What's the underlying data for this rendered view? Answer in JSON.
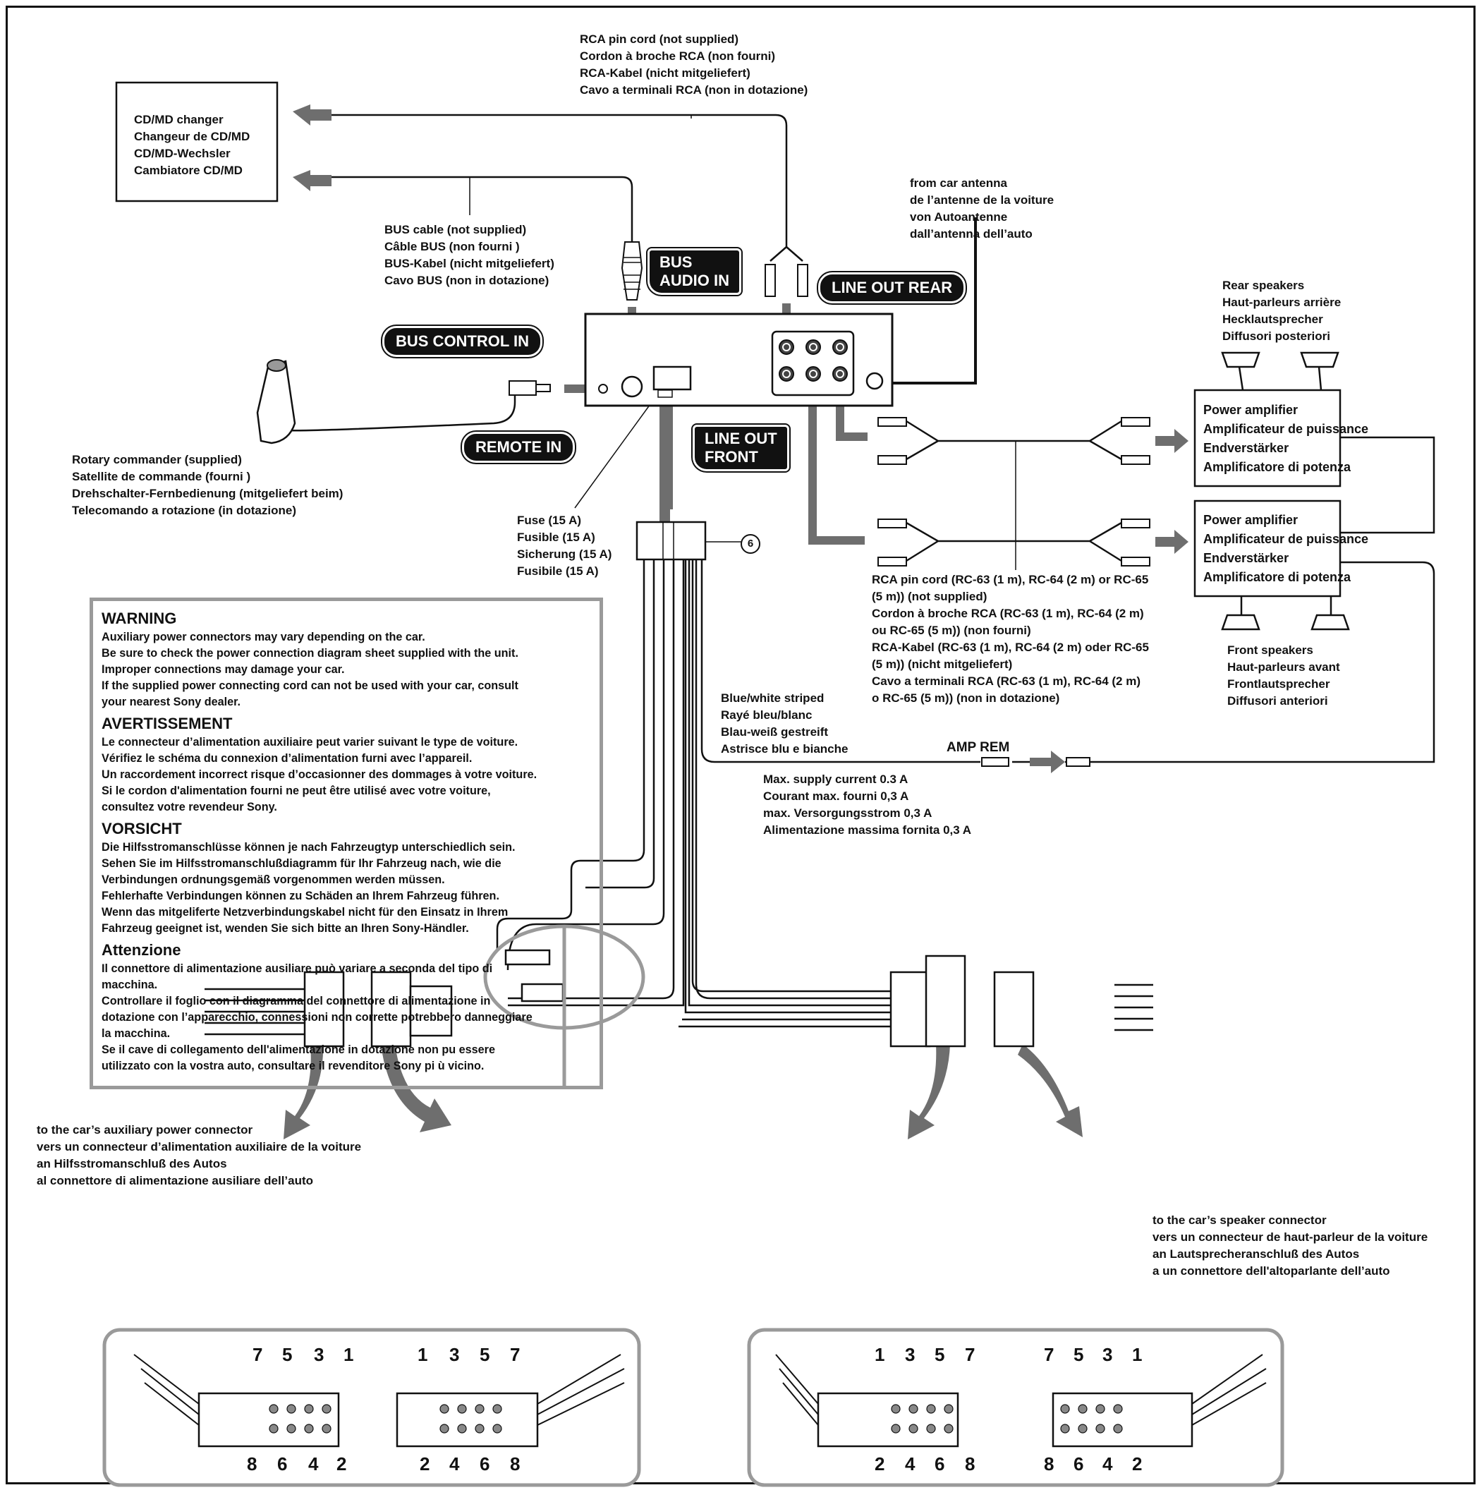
{
  "rca_cord_top": [
    "RCA pin cord (not supplied)",
    "Cordon à broche RCA (non fourni)",
    "RCA-Kabel (nicht mitgeliefert)",
    "Cavo a terminali RCA (non in dotazione)"
  ],
  "changer": [
    "CD/MD changer",
    "Changeur de CD/MD",
    "CD/MD-Wechsler",
    "Cambiatore CD/MD"
  ],
  "bus_cable": [
    "BUS cable (not supplied)",
    "Câble BUS (non fourni )",
    "BUS-Kabel (nicht mitgeliefert)",
    "Cavo BUS (non in dotazione)"
  ],
  "antenna": [
    "from car antenna",
    "de l’antenne de la voiture",
    "von Autoantenne",
    "dall’antenna dell’auto"
  ],
  "rear_speakers": [
    "Rear speakers",
    "Haut-parleurs arrière",
    "Hecklautsprecher",
    "Diffusori posteriori"
  ],
  "amp1": [
    "Power amplifier",
    "Amplificateur de puissance",
    "Endverstärker",
    "Amplificatore di potenza"
  ],
  "amp2": [
    "Power amplifier",
    "Amplificateur de puissance",
    "Endverstärker",
    "Amplificatore di potenza"
  ],
  "front_speakers": [
    "Front speakers",
    "Haut-parleurs avant",
    "Frontlautsprecher",
    "Diffusori anteriori"
  ],
  "tags": {
    "bus_audio_in_1": "BUS",
    "bus_audio_in_2": "AUDIO IN",
    "line_out_rear": "LINE OUT REAR",
    "bus_control_in": "BUS CONTROL IN",
    "remote_in": "REMOTE IN",
    "line_out_front_1": "LINE OUT",
    "line_out_front_2": "FRONT"
  },
  "rotary": [
    "Rotary commander (supplied)",
    "Satellite de commande (fourni )",
    "Drehschalter-Fernbedienung (mitgeliefert beim)",
    "Telecomando a rotazione (in dotazione)"
  ],
  "fuse": [
    "Fuse (15 A)",
    "Fusible (15 A)",
    "Sicherung (15 A)",
    "Fusibile (15 A)"
  ],
  "connector_number": "6",
  "rca_cord_long": [
    "RCA pin cord (RC-63 (1 m), RC-64 (2 m) or RC-65",
    "(5 m)) (not supplied)",
    "Cordon à broche RCA (RC-63 (1 m), RC-64 (2 m)",
    "ou RC-65 (5 m)) (non fourni)",
    "RCA-Kabel (RC-63 (1 m), RC-64 (2 m) oder RC-65",
    "(5 m)) (nicht mitgeliefert)",
    "Cavo a terminali RCA (RC-63 (1 m), RC-64 (2 m)",
    "o RC-65 (5 m)) (non in dotazione)"
  ],
  "striped": [
    "Blue/white striped",
    "Rayé bleu/blanc",
    "Blau-weiß gestreift",
    "Astrisce blu e bianche"
  ],
  "amp_rem": "AMP REM",
  "supply": [
    "Max. supply current 0.3 A",
    "Courant max. fourni 0,3 A",
    "max. Versorgungsstrom 0,3 A",
    "Alimentazione massima fornita 0,3 A"
  ],
  "warning": {
    "en_title": "WARNING",
    "en": [
      "Auxiliary power connectors may vary depending on the car.",
      "Be sure to check the power connection diagram sheet supplied with the unit.",
      "Improper connections may damage your car.",
      "If the supplied power connecting cord can not be used with your car, consult",
      "your nearest Sony dealer."
    ],
    "fr_title": "AVERTISSEMENT",
    "fr": [
      "Le connecteur d’alimentation auxiliaire peut varier suivant le type de voiture.",
      "Vérifiez le schéma du connexion d’alimentation furni avec l’appareil.",
      "Un raccordement incorrect risque d’occasionner des dommages à votre voiture.",
      "Si le cordon d'alimentation fourni ne peut être utilisé avec votre voiture,",
      "consultez votre revendeur Sony."
    ],
    "de_title": "VORSICHT",
    "de": [
      "Die Hilfsstromanschlüsse können je nach Fahrzeugtyp unterschiedlich sein.",
      "Sehen Sie im Hilfsstromanschlußdiagramm für Ihr Fahrzeug nach, wie die",
      "Verbindungen ordnungsgemäß vorgenommen werden müssen.",
      "Fehlerhafte Verbindungen können zu Schäden an Ihrem Fahrzeug führen.",
      "Wenn das mitgeliferte Netzverbindungskabel nicht für den Einsatz in Ihrem",
      "Fahrzeug geeignet ist, wenden Sie sich bitte an Ihren Sony-Händler."
    ],
    "it_title": "Attenzione",
    "it": [
      "Il connettore di alimentazione ausiliare può variare a seconda del tipo di",
      "macchina.",
      "Controllare il foglio con il diagramma del connettore di alimentazione in",
      "dotazione con l’apparecchio, connessioni non corrette potrebbero danneggiare",
      "la macchina.",
      "Se il cave di collegamento dell'alimentazione in dotazione non pu essere",
      "utilizzato con la vostra auto, consultare il revenditore Sony pi ù vicino."
    ]
  },
  "aux_power": [
    "to the car’s auxiliary power connector",
    "vers un connecteur d’alimentation auxiliaire de la voiture",
    "an Hilfsstromanschluß des Autos",
    "al connettore di alimentazione ausiliare dell’auto"
  ],
  "speaker_conn": [
    "to the car’s speaker connector",
    "vers un connecteur de haut-parleur de la voiture",
    "an Lautsprecheranschluß des Autos",
    "a un connettore dell'altoparlante dell’auto"
  ],
  "pins": {
    "a_top": [
      "7",
      "5",
      "3",
      "1"
    ],
    "a_bot": [
      "8",
      "6",
      "4",
      "2"
    ],
    "b_top": [
      "1",
      "3",
      "5",
      "7"
    ],
    "b_bot": [
      "2",
      "4",
      "6",
      "8"
    ]
  }
}
